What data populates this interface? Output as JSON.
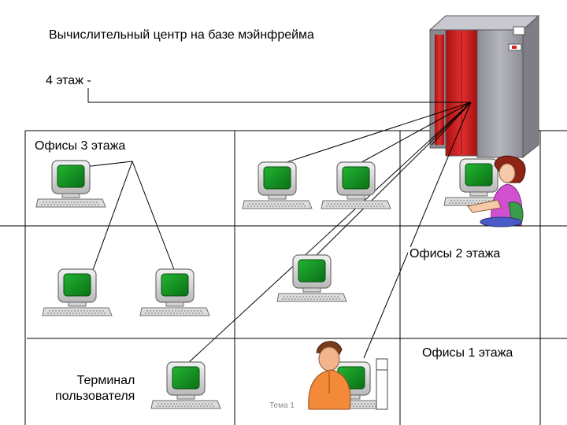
{
  "title": "Вычислительный центр на базе мэйнфрейма",
  "floor4_label": "4 этаж -",
  "floor3_label": "Офисы 3 этажа",
  "floor2_label": "Офисы 2 этажа",
  "floor1_label": "Офисы 1 этажа",
  "terminal_label_line1": "Терминал",
  "terminal_label_line2": "пользователя",
  "footer": "Тема 1",
  "colors": {
    "screen_green": "#0e8a1e",
    "mainframe_red": "#d42020",
    "mainframe_gray": "#9a9aa2",
    "line": "#000000"
  }
}
